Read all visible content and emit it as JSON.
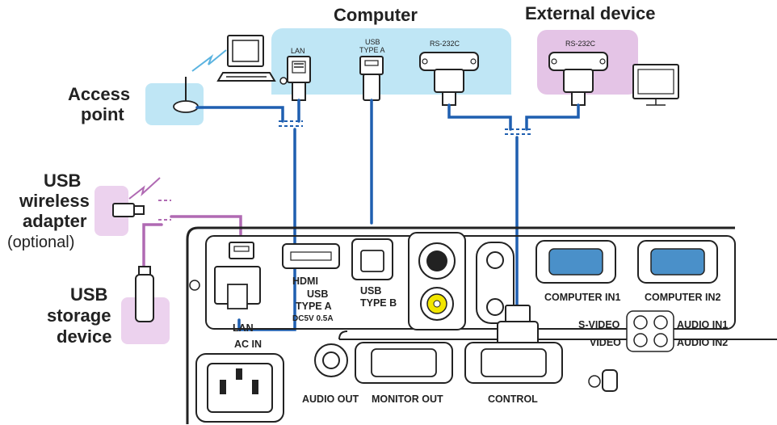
{
  "colors": {
    "computer_zone": "#bfe6f5",
    "external_zone": "#e4c4e6",
    "usb_zone": "#ecd2ee",
    "cable_blue": "#1f5fb0",
    "cable_purple": "#b06ab3",
    "vga_blue": "#4a90c9",
    "rca_yellow": "#f2e600"
  },
  "headings": {
    "computer": "Computer",
    "external_device": "External device",
    "access_point_1": "Access",
    "access_point_2": "point",
    "usb_wireless_1": "USB",
    "usb_wireless_2": "wireless",
    "usb_wireless_3": "adapter",
    "usb_wireless_4": "(optional)",
    "usb_storage_1": "USB",
    "usb_storage_2": "storage",
    "usb_storage_3": "device"
  },
  "computer_ports": {
    "lan": "LAN",
    "usb_a_1": "USB",
    "usb_a_2": "TYPE A",
    "rs232c": "RS-232C"
  },
  "external_ports": {
    "rs232c": "RS-232C"
  },
  "projector_labels": {
    "hdmi": "HDMI",
    "usb_type_a_1": "USB",
    "usb_type_a_2": "TYPE A",
    "usb_type_a_power": "DC5V 0.5A",
    "usb_type_b_1": "USB",
    "usb_type_b_2": "TYPE B",
    "lan": "LAN",
    "ac_in": "AC IN",
    "computer_in1": "COMPUTER IN1",
    "computer_in2": "COMPUTER IN2",
    "s_video": "S-VIDEO",
    "video": "VIDEO",
    "audio_in1": "AUDIO IN1",
    "audio_in2": "AUDIO IN2",
    "audio_out": "AUDIO OUT",
    "monitor_out": "MONITOR OUT",
    "control": "CONTROL"
  },
  "icons": [
    "computer-icon",
    "access-point-icon",
    "wifi-signal-icon",
    "usb-wireless-adapter-icon",
    "usb-storage-icon",
    "monitor-icon",
    "security-lock-icon",
    "vga-port-icon",
    "rca-port-icon",
    "ac-inlet-icon"
  ]
}
